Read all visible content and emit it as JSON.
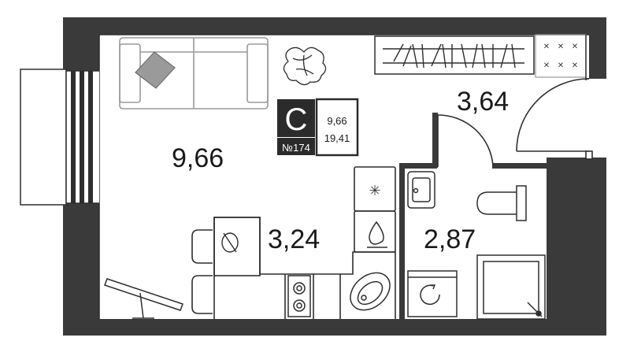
{
  "colors": {
    "wall": "#3a3a3a",
    "line": "#2e2e2e",
    "fixture": "#9a9a9a",
    "badge_bg": "#2b2b2b",
    "background": "#ffffff"
  },
  "apartment": {
    "type_letter": "С",
    "number": "№174",
    "living_area": "9,66",
    "total_area": "19,41"
  },
  "rooms": {
    "living": "9,66",
    "hallway": "3,64",
    "kitchen": "3,24",
    "bathroom": "2,87"
  },
  "icons": [
    "sofa-icon",
    "plant-icon",
    "wardrobe-icon",
    "bed-icon",
    "table-icon",
    "chair-icon",
    "stove-icon",
    "sink-icon",
    "fridge-icon",
    "toilet-icon",
    "washing-machine-icon",
    "shower-icon",
    "ironing-board-icon",
    "door-swing-icon",
    "window-icon"
  ]
}
